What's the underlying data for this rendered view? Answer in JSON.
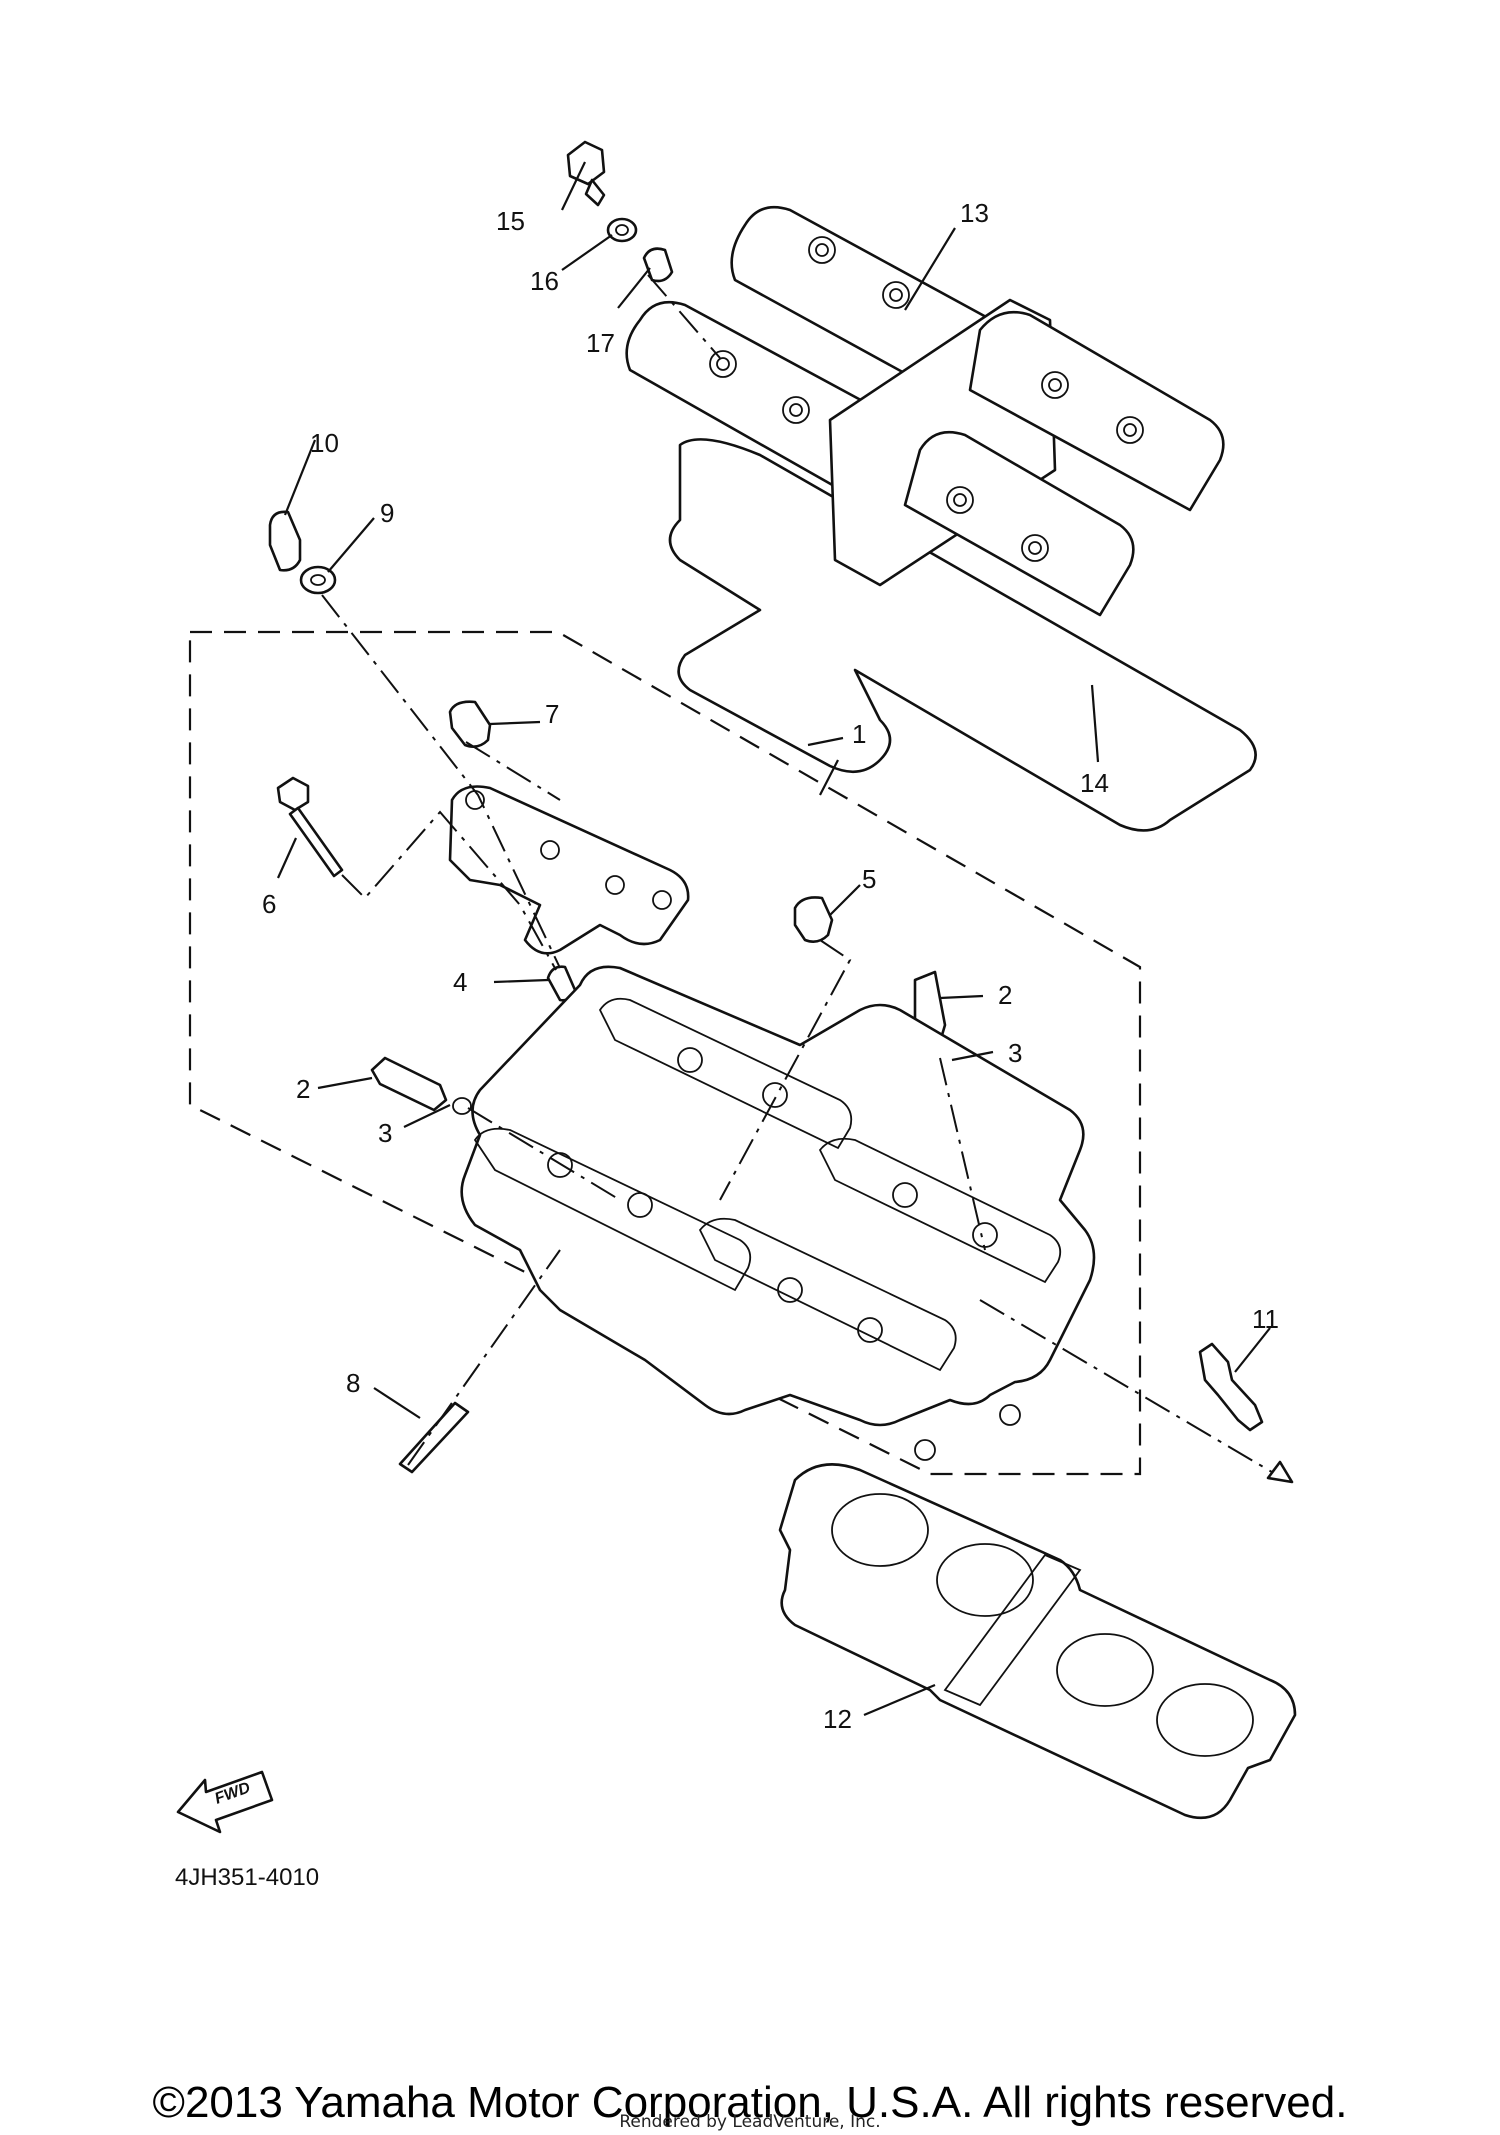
{
  "diagram": {
    "callouts": [
      "1",
      "2",
      "2",
      "3",
      "3",
      "4",
      "5",
      "6",
      "7",
      "8",
      "9",
      "10",
      "11",
      "12",
      "13",
      "14",
      "15",
      "16",
      "17"
    ],
    "fwd_label": "FWD",
    "part_code": "4JH351-4010"
  },
  "footer": {
    "copyright": "©2013 Yamaha Motor Corporation, U.S.A. All rights reserved.",
    "rendered_by": "Rendered by LeadVenture, Inc."
  }
}
